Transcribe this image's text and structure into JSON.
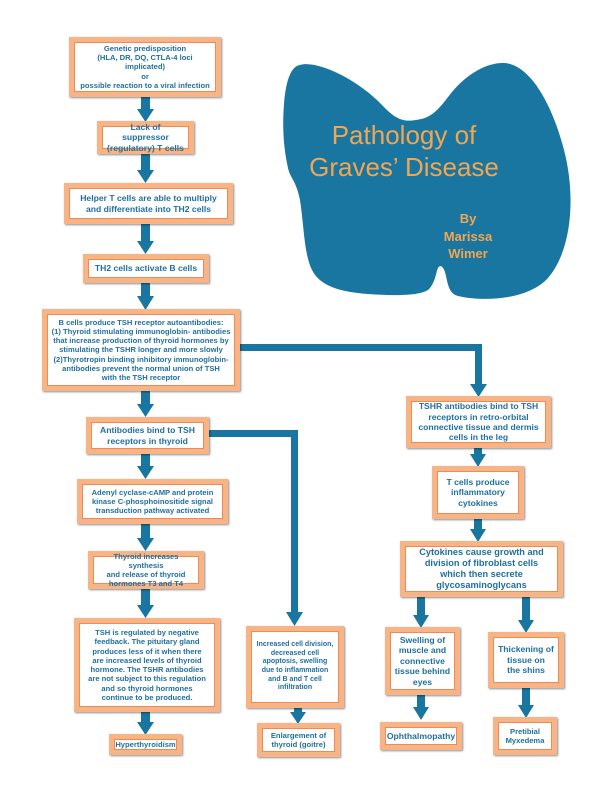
{
  "colors": {
    "teal": "#1976a0",
    "box_border": "#f6b487",
    "text": "#1f6f9f",
    "title": "#f3a552"
  },
  "title": {
    "line1": "Pathology of",
    "line2": "Graves’ Disease",
    "by": "By",
    "author_first": "Marissa",
    "author_last": "Wimer"
  },
  "nodes": {
    "genetic": {
      "line1": "Genetic predisposition",
      "line2": "(HLA, DR, DQ, CTLA-4 loci implicated)",
      "line3": "or",
      "line4": "possible reaction to a viral infection"
    },
    "suppressor": {
      "line1": "Lack of suppressor",
      "line2": "(regulatory) T cells"
    },
    "helper": {
      "line1": "Helper T cells are able to multiply",
      "line2": "and differentiate into TH2 cells"
    },
    "th2": {
      "line1": "TH2 cells activate B cells"
    },
    "bcells": {
      "line1": "B cells produce TSH receptor autoantibodies:",
      "line2": "(1) Thyroid stimulating immunoglobin- antibodies",
      "line3": "that increase production of thyroid hormones by",
      "line4": "stimulating the TSHR longer and more slowly",
      "line5": "(2)Thyrotropin binding inhibitory immunoglobin-",
      "line6": "antibodies prevent the normal union of TSH",
      "line7": "with the TSH receptor"
    },
    "bind_thyroid": {
      "line1": "Antibodies bind to TSH",
      "line2": "receptors in thyroid"
    },
    "adenyl": {
      "line1": "Adenyl cyclase-cAMP and protein",
      "line2": "kinase C-phosphoinositide signal",
      "line3": "transduction pathway activated"
    },
    "synthesis": {
      "line1": "Thyroid increases synthesis",
      "line2": "and release of thyroid",
      "line3": "hormones T3 and T4"
    },
    "feedback": {
      "line1": "TSH is regulated by negative",
      "line2": "feedback. The pituitary gland",
      "line3": "produces less of it when there",
      "line4": "are increased levels of thyroid",
      "line5": "hormone. The TSHR antibodies",
      "line6": "are not subject to this regulation",
      "line7": "and so thyroid hormones",
      "line8": "continue to be produced."
    },
    "hyperthyroidism": {
      "line1": "Hyperthyroidism"
    },
    "division": {
      "line1": "Increased cell division,",
      "line2": "decreased cell",
      "line3": "apoptosis, swelling",
      "line4": "due to inflammation",
      "line5": "and B and T cell",
      "line6": "infiltration"
    },
    "goitre": {
      "line1": "Enlargement of",
      "line2": "thyroid (goitre)"
    },
    "retro": {
      "line1": "TSHR antibodies bind to TSH",
      "line2": "receptors in retro-orbital",
      "line3": "connective tissue and dermis",
      "line4": "cells in the leg"
    },
    "tcells": {
      "line1": "T cells produce",
      "line2": "inflammatory",
      "line3": "cytokines"
    },
    "cytokines": {
      "line1": "Cytokines cause growth and",
      "line2": "division of fibroblast cells",
      "line3": "which then secrete",
      "line4": "glycosaminoglycans"
    },
    "swelling": {
      "line1": "Swelling of",
      "line2": "muscle and",
      "line3": "connective",
      "line4": "tissue behind",
      "line5": "eyes"
    },
    "ophthalmopathy": {
      "line1": "Ophthalmopathy"
    },
    "thickening": {
      "line1": "Thickening of",
      "line2": "tissue on",
      "line3": "the shins"
    },
    "myxedema": {
      "line1": "Pretibial",
      "line2": "Myxedema"
    }
  }
}
